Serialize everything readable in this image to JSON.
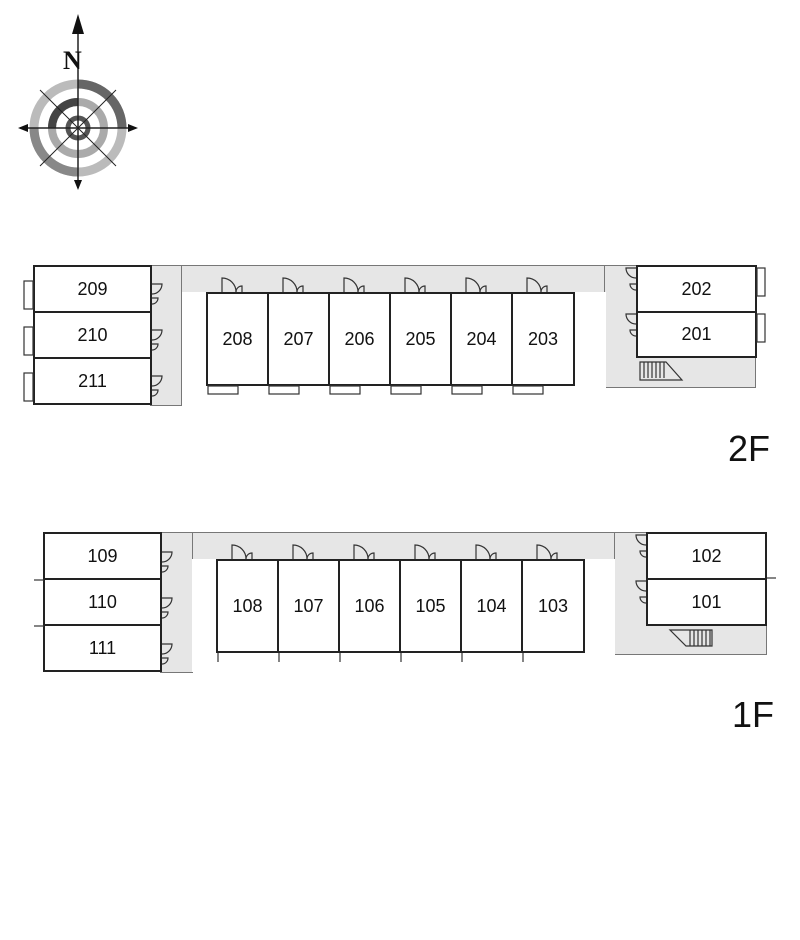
{
  "compass": {
    "north": "N"
  },
  "floor2": {
    "label": "2F",
    "rooms_left": [
      "209",
      "210",
      "211"
    ],
    "rooms_middle": [
      "208",
      "207",
      "206",
      "205",
      "204",
      "203"
    ],
    "rooms_right": [
      "202",
      "201"
    ]
  },
  "floor1": {
    "label": "1F",
    "rooms_left": [
      "109",
      "110",
      "111"
    ],
    "rooms_middle": [
      "108",
      "107",
      "106",
      "105",
      "104",
      "103"
    ],
    "rooms_right": [
      "102",
      "101"
    ]
  }
}
